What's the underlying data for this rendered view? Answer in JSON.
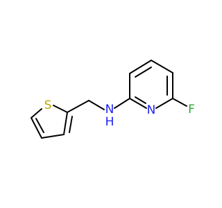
{
  "molecule": {
    "atoms": {
      "sulfur": {
        "label": "S",
        "color": "#b8a800"
      },
      "amine_n": {
        "label": "N",
        "color": "#1f22ee"
      },
      "amine_h": {
        "label": "H",
        "color": "#1f22ee"
      },
      "pyridine_n": {
        "label": "N",
        "color": "#1f22ee"
      },
      "fluorine": {
        "label": "F",
        "color": "#2fa82f"
      }
    },
    "bond_color": "#000000"
  }
}
